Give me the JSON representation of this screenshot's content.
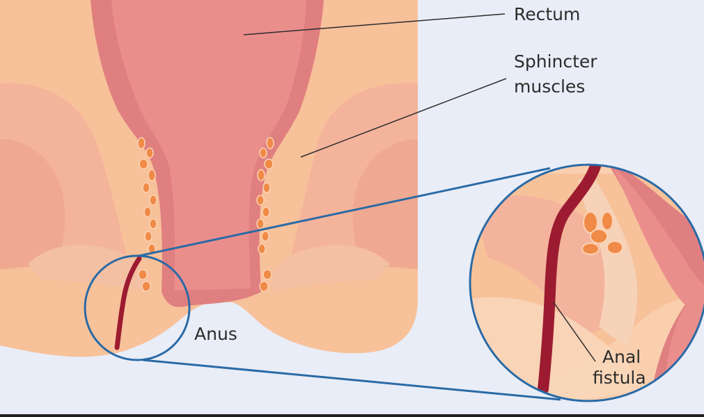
{
  "labels": {
    "rectum": "Rectum",
    "sphincter_line1": "Sphincter",
    "sphincter_line2": "muscles",
    "anus": "Anus",
    "fistula_line1": "Anal",
    "fistula_line2": "fistula"
  },
  "colors": {
    "background": "#e9edf7",
    "skin": "#f7c19a",
    "skin_light": "#f9cfae",
    "muscle": "#eda48f",
    "rectum_outer": "#e07f80",
    "rectum_inner": "#ea8e8c",
    "fat_glands": "#f08a47",
    "fistula": "#9c1b30",
    "magnifier": "#2a6aa5",
    "leader_line": "#2c2c2c"
  }
}
